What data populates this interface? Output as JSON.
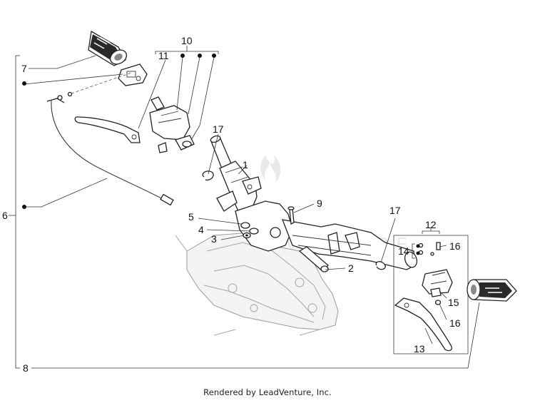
{
  "diagram": {
    "watermark_text": "LEADVENTURE",
    "footer": "Rendered by LeadVenture, Inc.",
    "callouts": {
      "c1": "1",
      "c2": "2",
      "c3": "3",
      "c4": "4",
      "c5": "5",
      "c6": "6",
      "c7": "7",
      "c8": "8",
      "c9": "9",
      "c10": "10",
      "c11": "11",
      "c12": "12",
      "c13": "13",
      "c14": "14",
      "c15": "15",
      "c16a": "16",
      "c16b": "16",
      "c17a": "17",
      "c17b": "17"
    }
  }
}
